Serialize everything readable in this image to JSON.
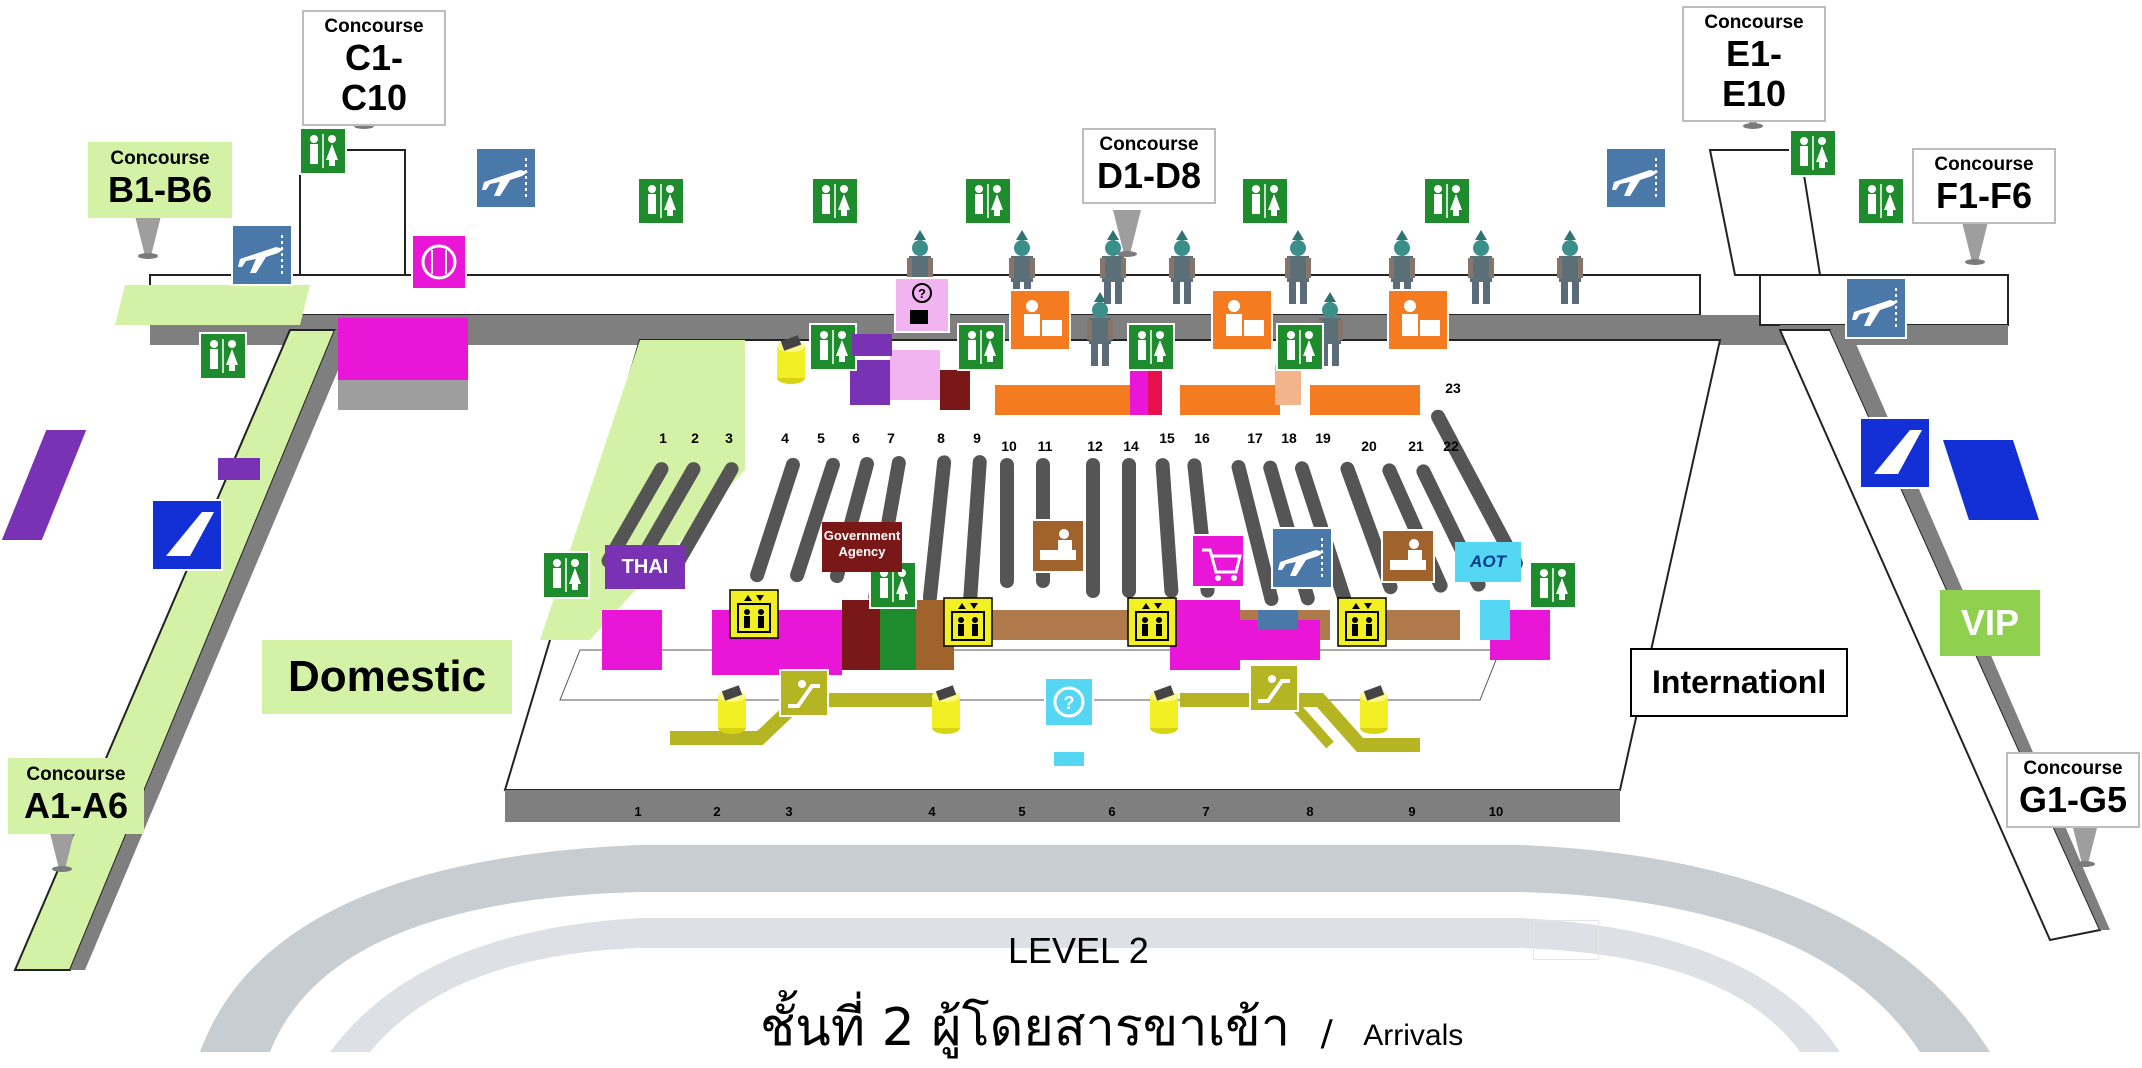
{
  "colors": {
    "walkway": "#d4f2a6",
    "wall": "#7f7f7f",
    "restroom": "#1e8c2c",
    "gate_sign": "#4a78a8",
    "dining": "#e916d8",
    "immigration": "#f47b20",
    "baggage_belt": "#555555",
    "airline_blue": "#1330d6",
    "elevator": "#f2ef22",
    "lane": "#c8cdd2"
  },
  "concourses": [
    {
      "id": "A",
      "small": "Concourse",
      "big": "A1-A6",
      "style": "green"
    },
    {
      "id": "B",
      "small": "Concourse",
      "big": "B1-B6",
      "style": "green"
    },
    {
      "id": "C",
      "small": "Concourse",
      "big": "C1-C10",
      "style": "white"
    },
    {
      "id": "D",
      "small": "Concourse",
      "big": "D1-D8",
      "style": "white"
    },
    {
      "id": "E",
      "small": "Concourse",
      "big": "E1-E10",
      "style": "white"
    },
    {
      "id": "F",
      "small": "Concourse",
      "big": "F1-F6",
      "style": "white"
    },
    {
      "id": "G",
      "small": "Concourse",
      "big": "G1-G5",
      "style": "white"
    }
  ],
  "zones": {
    "domestic": "Domestic",
    "international": "Internationl"
  },
  "signs": {
    "vip": "VIP",
    "government": "Government Agency",
    "thai": "THAI",
    "aot": "AOT"
  },
  "baggage_belts": [
    "1",
    "2",
    "3",
    "4",
    "5",
    "6",
    "7",
    "8",
    "9",
    "10",
    "11",
    "12",
    "14",
    "15",
    "16",
    "17",
    "18",
    "19",
    "20",
    "21",
    "22",
    "23"
  ],
  "exit_gates": [
    "1",
    "2",
    "3",
    "4",
    "5",
    "6",
    "7",
    "8",
    "9",
    "10"
  ],
  "footer": {
    "level": "LEVEL 2",
    "thai_title": "ชั้นที่ 2 ผู้โดยสารขาเข้า",
    "separator": "/",
    "english": "Arrivals"
  },
  "icons": [
    "restroom-icon",
    "departure-plane-icon",
    "dining-icon",
    "information-icon",
    "immigration-icon",
    "customs-icon",
    "elevator-icon",
    "escalator-icon",
    "shopping-cart-icon",
    "airline-tail-icon",
    "guardian-statue-icon",
    "luggage-icon"
  ]
}
